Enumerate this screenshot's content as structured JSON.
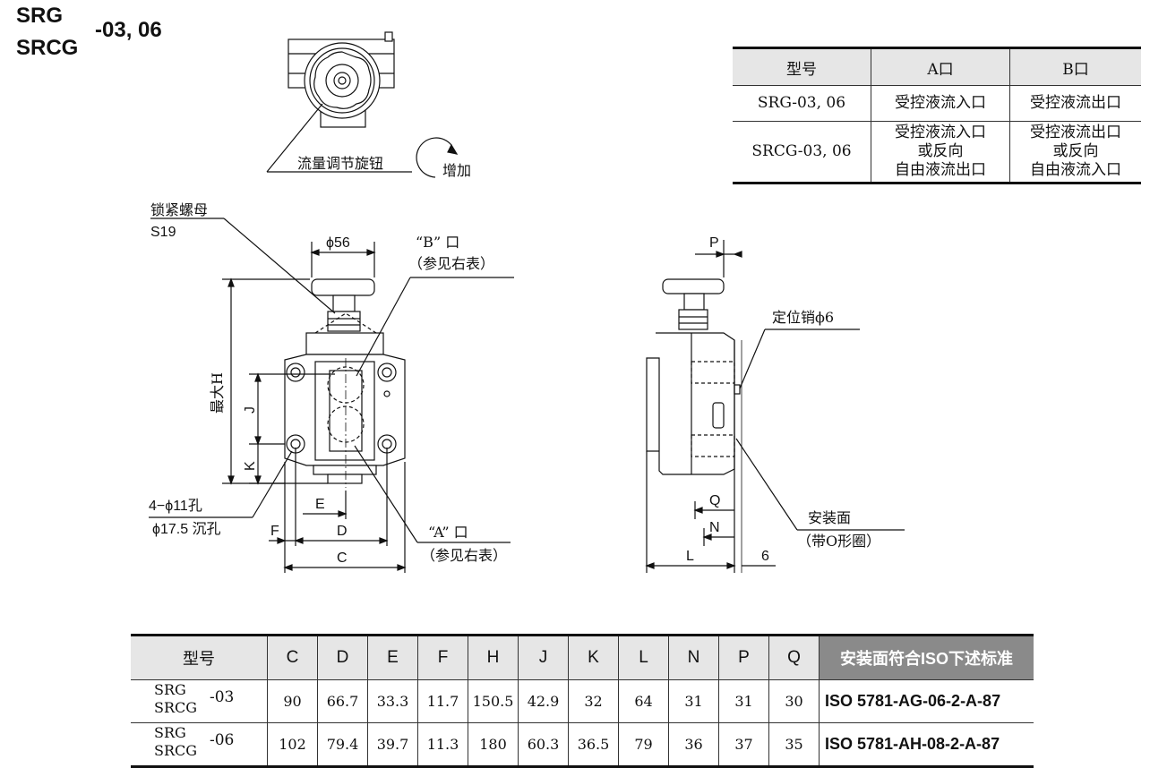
{
  "title": {
    "line1": "SRG",
    "line2": "SRCG",
    "suffix": "-03, 06"
  },
  "labels": {
    "knob": "流量调节旋钮",
    "increase": "增加",
    "lock_nut": "锁紧螺母",
    "lock_nut_size": "S19",
    "phi56": "ϕ56",
    "b_port": "“B” 口",
    "b_port_ref": "（参见右表）",
    "a_port": "“A” 口",
    "a_port_ref": "（参见右表）",
    "max_h": "最大H",
    "j": "J",
    "k": "K",
    "e": "E",
    "f": "F",
    "d": "D",
    "c": "C",
    "holes1": "4−ϕ11孔",
    "holes2": "ϕ17.5 沉孔",
    "p": "P",
    "pin": "定位销ϕ6",
    "q": "Q",
    "n": "N",
    "l": "L",
    "six": "6",
    "mount1": "安装面",
    "mount2": "（带O形圈）"
  },
  "port_table": {
    "headers": [
      "型号",
      "A口",
      "B口"
    ],
    "rows": [
      {
        "model": "SRG-03, 06",
        "a": [
          "受控液流入口"
        ],
        "b": [
          "受控液流出口"
        ]
      },
      {
        "model": "SRCG-03, 06",
        "a": [
          "受控液流入口",
          "或反向",
          "自由液流出口"
        ],
        "b": [
          "受控液流出口",
          "或反向",
          "自由液流入口"
        ]
      }
    ]
  },
  "dims_table": {
    "headers": [
      "型号",
      "C",
      "D",
      "E",
      "F",
      "H",
      "J",
      "K",
      "L",
      "N",
      "P",
      "Q",
      "安装面符合ISO下述标准"
    ],
    "rows": [
      {
        "m1": "SRG",
        "m2": "SRCG",
        "suffix": "-03",
        "vals": [
          "90",
          "66.7",
          "33.3",
          "11.7",
          "150.5",
          "42.9",
          "32",
          "64",
          "31",
          "31",
          "30"
        ],
        "std": "ISO 5781-AG-06-2-A-87"
      },
      {
        "m1": "SRG",
        "m2": "SRCG",
        "suffix": "-06",
        "vals": [
          "102",
          "79.4",
          "39.7",
          "11.3",
          "180",
          "60.3",
          "36.5",
          "79",
          "36",
          "37",
          "35"
        ],
        "std": "ISO 5781-AH-08-2-A-87"
      }
    ]
  }
}
